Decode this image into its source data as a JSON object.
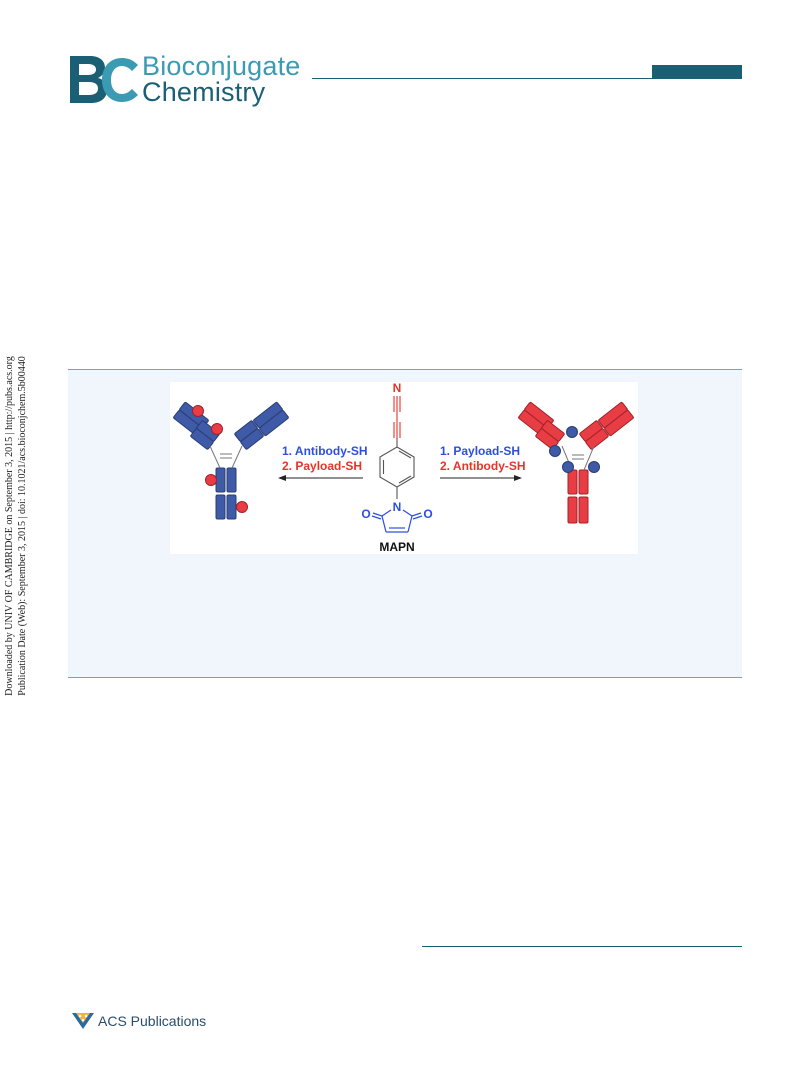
{
  "header": {
    "journal_name_line1": "Bioconjugate",
    "journal_name_line2": "Chemistry",
    "logo_letters": "BC"
  },
  "side_note": {
    "line1": "Downloaded by UNIV OF CAMBRIDGE on September 3, 2015 | http://pubs.acs.org",
    "line2": "Publication Date (Web): September 3, 2015 | doi: 10.1021/acs.bioconjchem.5b00440"
  },
  "toc_graphic": {
    "left_steps": {
      "step1": "1. Antibody-SH",
      "step2": "2. Payload-SH"
    },
    "right_steps": {
      "step1": "1. Payload-SH",
      "step2": "2. Antibody-SH"
    },
    "reagent_name": "MAPN",
    "atom_n_nitrile": "N",
    "atom_n_imide": "N",
    "atom_o_left": "O",
    "atom_o_right": "O",
    "colors": {
      "blue": "#2d4fe0",
      "red": "#e8332a",
      "antibody_blue": "#3f5aa6",
      "antibody_red": "#e83d44",
      "bond": "#555555"
    }
  },
  "footer": {
    "publisher_name": "ACS Publications"
  }
}
